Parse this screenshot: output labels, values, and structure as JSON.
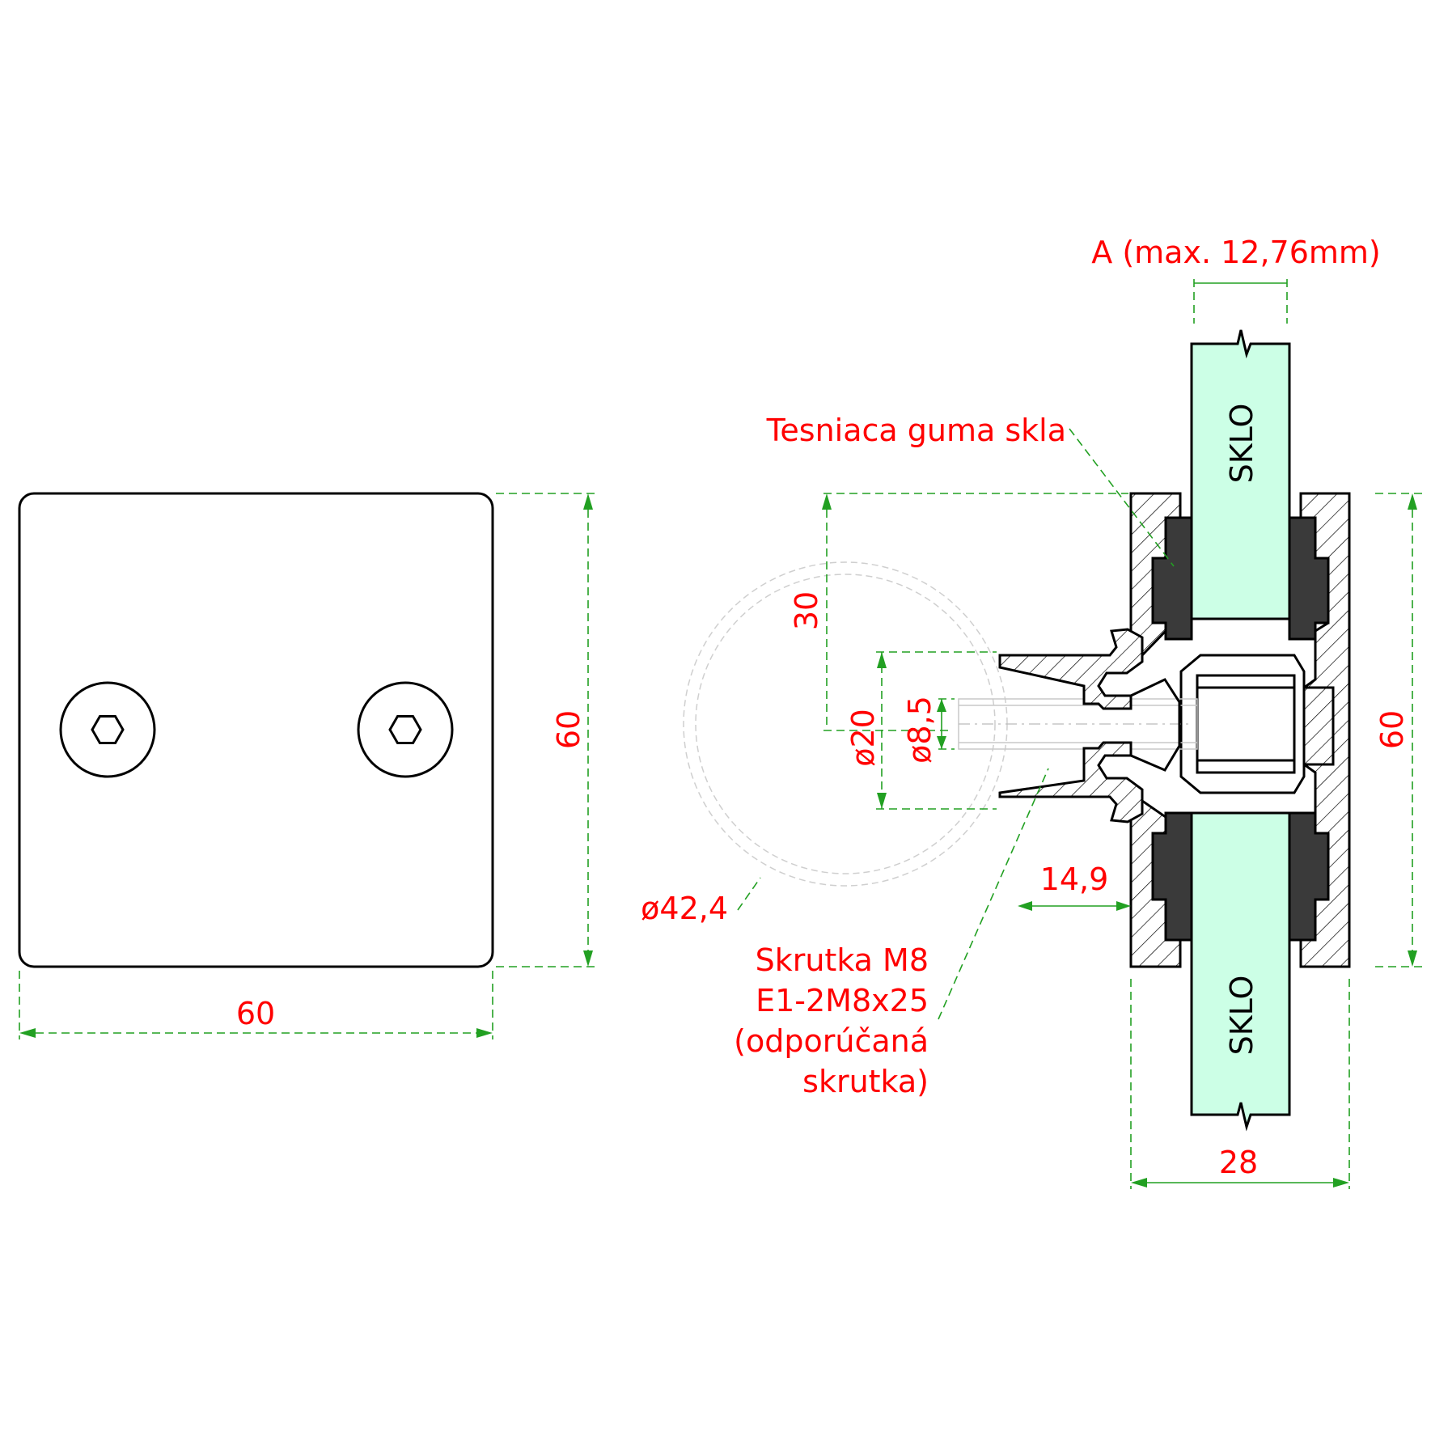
{
  "front_view": {
    "width_label": "60",
    "height_label": "60"
  },
  "section_view": {
    "glass_thickness_label": "A (max. 12,76mm)",
    "glass_label_top": "SKLO",
    "glass_label_bottom": "SKLO",
    "rubber_label": "Tesniaca guma skla",
    "height_right_label": "60",
    "offset_label": "30",
    "diameter_20_label": "ø20",
    "diameter_8_5_label": "ø8,5",
    "pipe_diameter_label": "ø42,4",
    "offset_14_9_label": "14,9",
    "width_28_label": "28",
    "screw_label_line1": "Skrutka M8",
    "screw_label_line2": "E1-2M8x25",
    "screw_label_line3": "(odporúčaná",
    "screw_label_line4": "skrutka)"
  },
  "colors": {
    "dimension_text": "#ff0000",
    "dimension_lines": "#22a022",
    "glass_fill": "#ccffe6",
    "rubber_fill": "#3a3a3a"
  }
}
